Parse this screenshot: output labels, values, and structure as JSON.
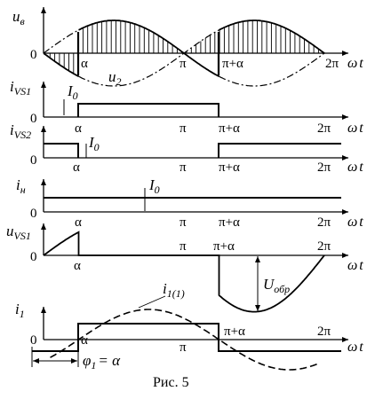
{
  "caption": "Рис. 5",
  "colors": {
    "ink": "#000000",
    "background": "#ffffff"
  },
  "labels": {
    "zero": "0",
    "alpha": "α",
    "pi": "π",
    "pi_plus_alpha": "π+α",
    "two_pi": "2π",
    "omega": "ω",
    "t": "t",
    "I0": "I",
    "I0_sub": "0",
    "phi1": "φ",
    "phi1_sub": "1",
    "phi1_eq": "= α",
    "U_obr": "U",
    "U_obr_sub": "обр"
  },
  "panels": {
    "ub": {
      "ylabel": "u",
      "ylabel_sub": "в",
      "curve_label": "u",
      "curve_label_sub": "2"
    },
    "ivs1": {
      "ylabel": "i",
      "ylabel_sub": "VS1"
    },
    "ivs2": {
      "ylabel": "i",
      "ylabel_sub": "VS2"
    },
    "in": {
      "ylabel": "i",
      "ylabel_sub": "н"
    },
    "uvs1": {
      "ylabel": "u",
      "ylabel_sub": "VS1"
    },
    "i1": {
      "ylabel": "i",
      "ylabel_sub": "1",
      "curve_label": "i",
      "curve_label_sub": "1(1)"
    }
  }
}
